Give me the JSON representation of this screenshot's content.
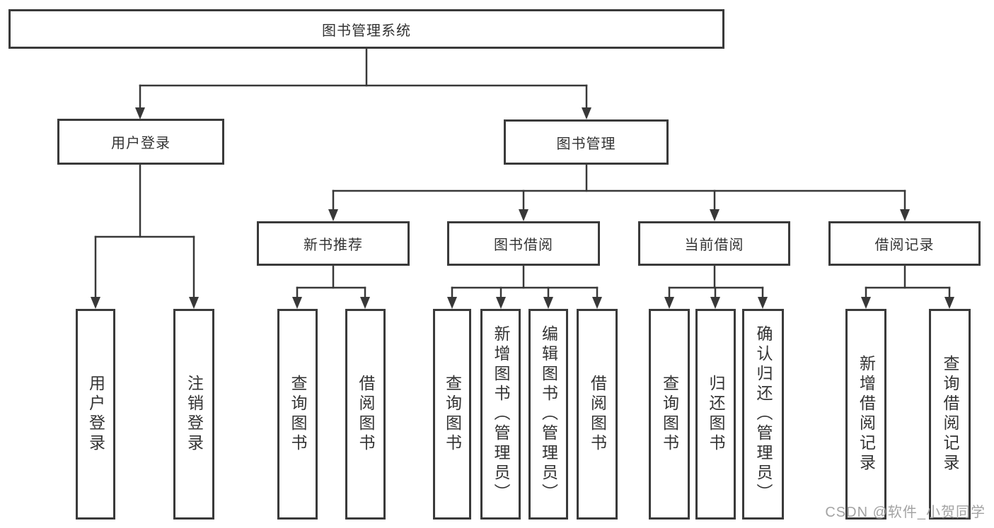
{
  "diagram": {
    "root": {
      "label": "图书管理系统"
    },
    "branches": [
      {
        "label": "用户登录",
        "children": [
          {
            "label": "用户登录"
          },
          {
            "label": "注销登录"
          }
        ]
      },
      {
        "label": "图书管理",
        "children": [
          {
            "label": "新书推荐",
            "children": [
              {
                "label": "查询图书"
              },
              {
                "label": "借阅图书"
              }
            ]
          },
          {
            "label": "图书借阅",
            "children": [
              {
                "label": "查询图书"
              },
              {
                "label": "新增图书（管理员）"
              },
              {
                "label": "编辑图书（管理员）"
              },
              {
                "label": "借阅图书"
              }
            ]
          },
          {
            "label": "当前借阅",
            "children": [
              {
                "label": "查询图书"
              },
              {
                "label": "归还图书"
              },
              {
                "label": "确认归还（管理员）"
              }
            ]
          },
          {
            "label": "借阅记录",
            "children": [
              {
                "label": "新增借阅记录"
              },
              {
                "label": "查询借阅记录"
              }
            ]
          }
        ]
      }
    ]
  },
  "watermark": {
    "text": "CSDN @软件_小贺同学"
  },
  "colors": {
    "line": "#383838",
    "text": "#333333",
    "background": "#ffffff",
    "watermark_text": "#a3a3a3"
  }
}
